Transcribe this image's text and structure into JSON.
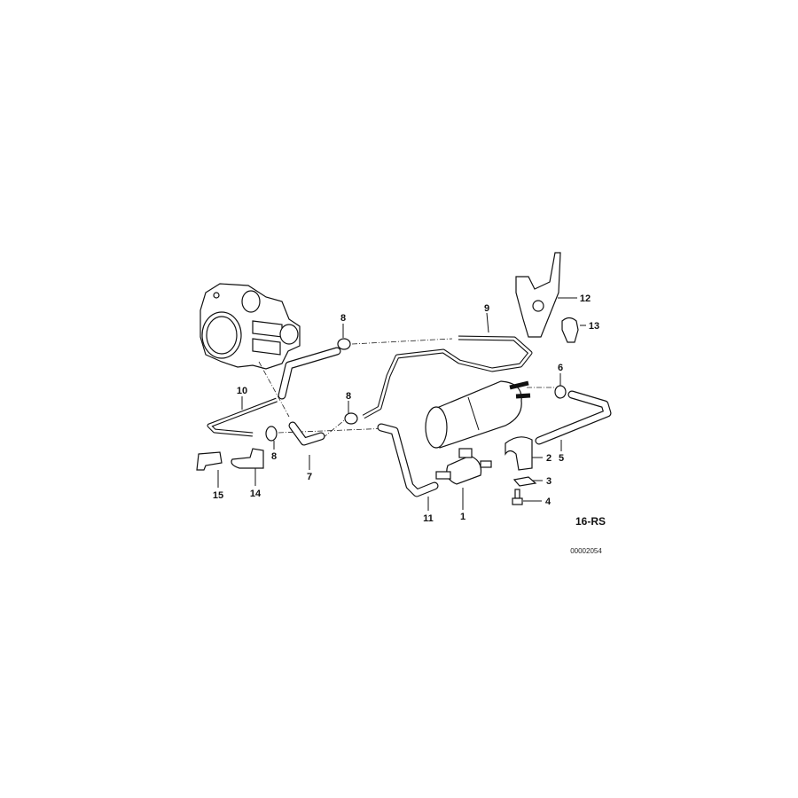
{
  "diagram": {
    "reference": "16-RS",
    "drawing_number": "00002054",
    "callouts": [
      {
        "id": "c8a",
        "label": "8"
      },
      {
        "id": "c9",
        "label": "9"
      },
      {
        "id": "c12",
        "label": "12"
      },
      {
        "id": "c13",
        "label": "13"
      },
      {
        "id": "c10",
        "label": "10"
      },
      {
        "id": "c8b",
        "label": "8"
      },
      {
        "id": "c6",
        "label": "6"
      },
      {
        "id": "c8c",
        "label": "8"
      },
      {
        "id": "c7",
        "label": "7"
      },
      {
        "id": "c2",
        "label": "2"
      },
      {
        "id": "c5",
        "label": "5"
      },
      {
        "id": "c3",
        "label": "3"
      },
      {
        "id": "c4",
        "label": "4"
      },
      {
        "id": "c11",
        "label": "11"
      },
      {
        "id": "c1",
        "label": "1"
      },
      {
        "id": "c15",
        "label": "15"
      },
      {
        "id": "c14",
        "label": "14"
      }
    ]
  }
}
